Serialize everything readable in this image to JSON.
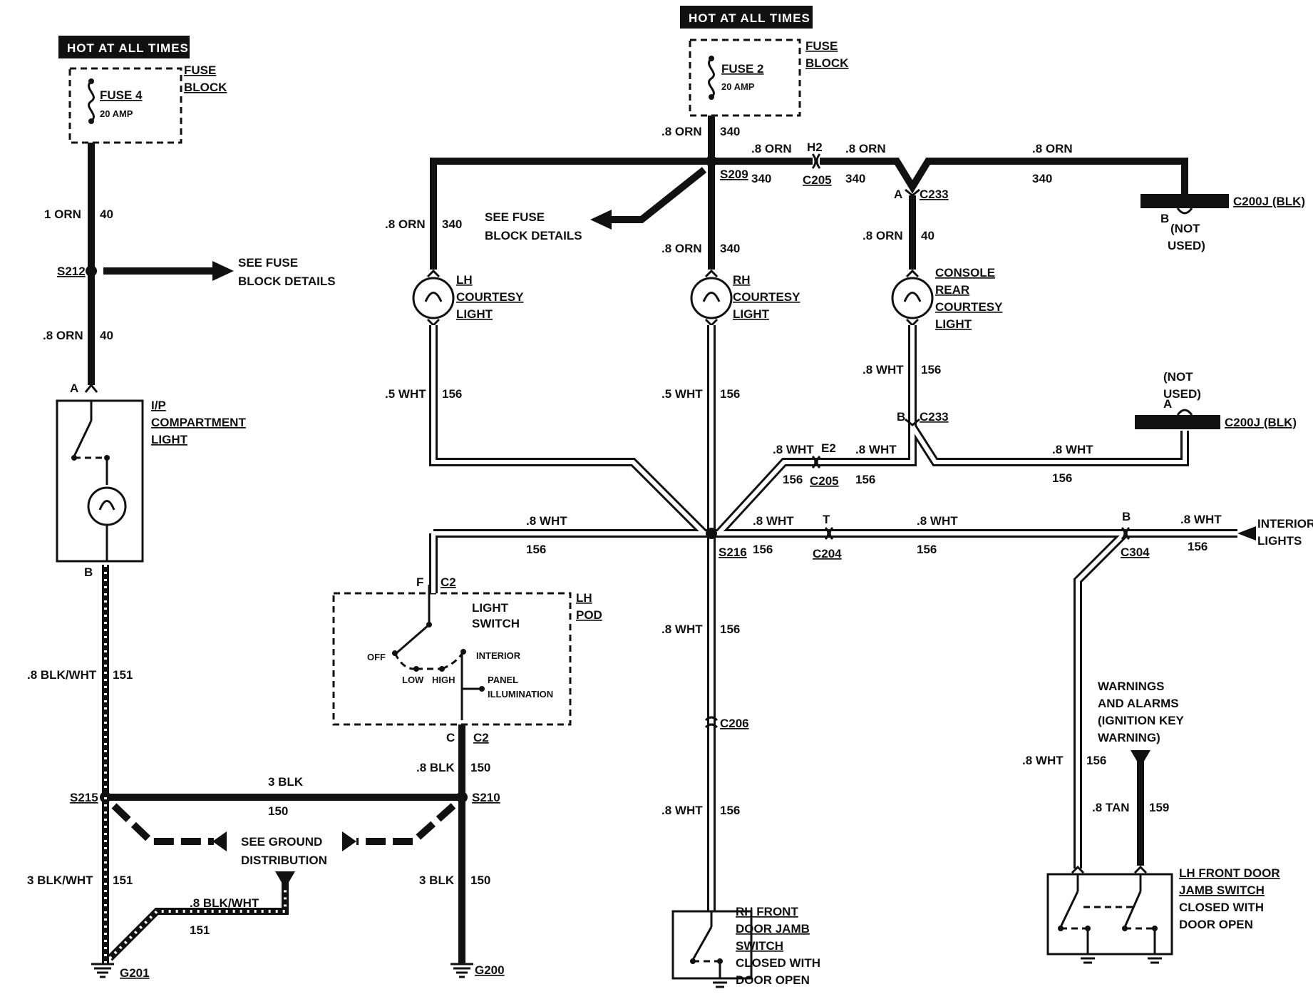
{
  "headers": {
    "hot_left": "HOT AT ALL TIMES",
    "hot_center": "HOT AT ALL TIMES"
  },
  "fuses": {
    "fuse4": {
      "name": "FUSE 4",
      "rating": "20 AMP",
      "block_line1": "FUSE",
      "block_line2": "BLOCK"
    },
    "fuse2": {
      "name": "FUSE 2",
      "rating": "20 AMP",
      "block_line1": "FUSE",
      "block_line2": "BLOCK"
    }
  },
  "wires": {
    "w_1orn": ".8 ORN",
    "w_1orn_a": "1 ORN",
    "c40": "40",
    "c340": "340",
    "c156": "156",
    "c150": "150",
    "c151": "151",
    "c159": "159",
    "w_8orn": ".8 ORN",
    "w_8wht": ".8 WHT",
    "w_5wht": ".5 WHT",
    "w_8blkwht": ".8 BLK/WHT",
    "w_3blkwht": "3 BLK/WHT",
    "w_3blk": "3 BLK",
    "w_8blk": ".8 BLK",
    "w_8tan": ".8 TAN",
    "c151_left": "151"
  },
  "splices": {
    "s212": "S212",
    "s209": "S209",
    "s216": "S216",
    "s215": "S215",
    "s210": "S210"
  },
  "connectors": {
    "h2": "H2",
    "c205": "C205",
    "e2": "E2",
    "c233": "C233",
    "c200j": "C200J (BLK)",
    "t": "T",
    "c204": "C204",
    "b": "B",
    "c304": "C304",
    "c206": "C206",
    "f": "F",
    "c": "C",
    "c2": "C2",
    "a": "A"
  },
  "notes": {
    "see_fuse_1": "SEE FUSE",
    "see_fuse_2": "BLOCK DETAILS",
    "see_ground_1": "SEE GROUND",
    "see_ground_2": "DISTRIBUTION",
    "not_used_top_1": "(NOT",
    "not_used_top_2": "USED)",
    "not_used_bot_1": "(NOT",
    "not_used_bot_2": "USED)",
    "interior_1": "INTERIOR",
    "interior_2": "LIGHTS",
    "warn_1": "WARNINGS",
    "warn_2": "AND ALARMS",
    "warn_3": "(IGNITION KEY",
    "warn_4": "WARNING)"
  },
  "components": {
    "ip_light": [
      "I/P",
      "COMPARTMENT",
      "LIGHT"
    ],
    "lh_courtesy": [
      "LH",
      "COURTESY",
      "LIGHT"
    ],
    "rh_courtesy": [
      "RH",
      "COURTESY",
      "LIGHT"
    ],
    "console": [
      "CONSOLE",
      "REAR",
      "COURTESY",
      "LIGHT"
    ],
    "light_switch": [
      "LIGHT",
      "SWITCH"
    ],
    "lh_pod": [
      "LH",
      "POD"
    ],
    "switch_pos": {
      "off": "OFF",
      "low": "LOW",
      "high": "HIGH",
      "interior": "INTERIOR",
      "panel_1": "PANEL",
      "panel_2": "ILLUMINATION"
    },
    "rh_jamb": [
      "RH FRONT",
      "DOOR JAMB",
      "SWITCH",
      "CLOSED WITH",
      "DOOR OPEN"
    ],
    "lh_jamb": [
      "LH FRONT DOOR",
      "JAMB SWITCH",
      "CLOSED WITH",
      "DOOR OPEN"
    ]
  },
  "grounds": {
    "g201": "G201",
    "g200": "G200"
  }
}
